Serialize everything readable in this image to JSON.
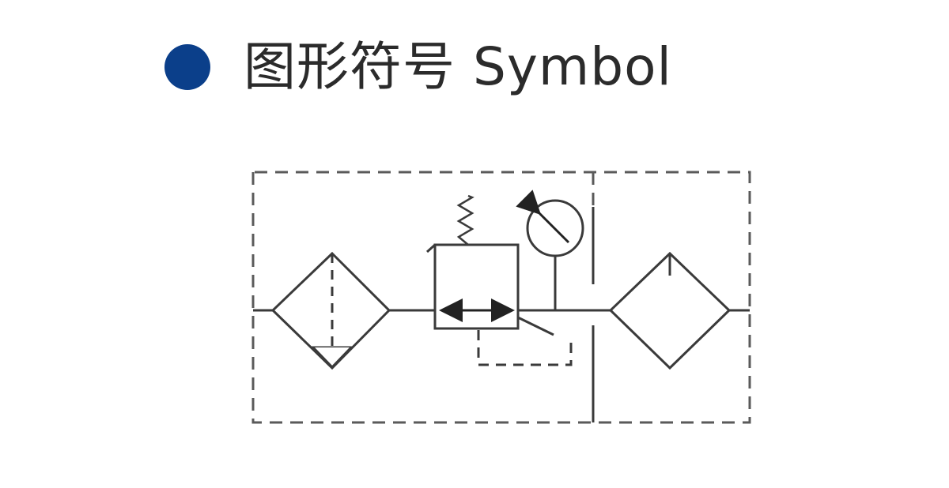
{
  "header": {
    "title": "图形符号 Symbol",
    "bullet_color": "#0b3f8a"
  },
  "diagram": {
    "type": "pneumatic FRL symbol",
    "components": [
      "filter-separator",
      "pressure-regulator",
      "pressure-gauge",
      "lubricator"
    ],
    "line_color": "#3a3a3a",
    "dash_color": "#5a5a5a"
  }
}
